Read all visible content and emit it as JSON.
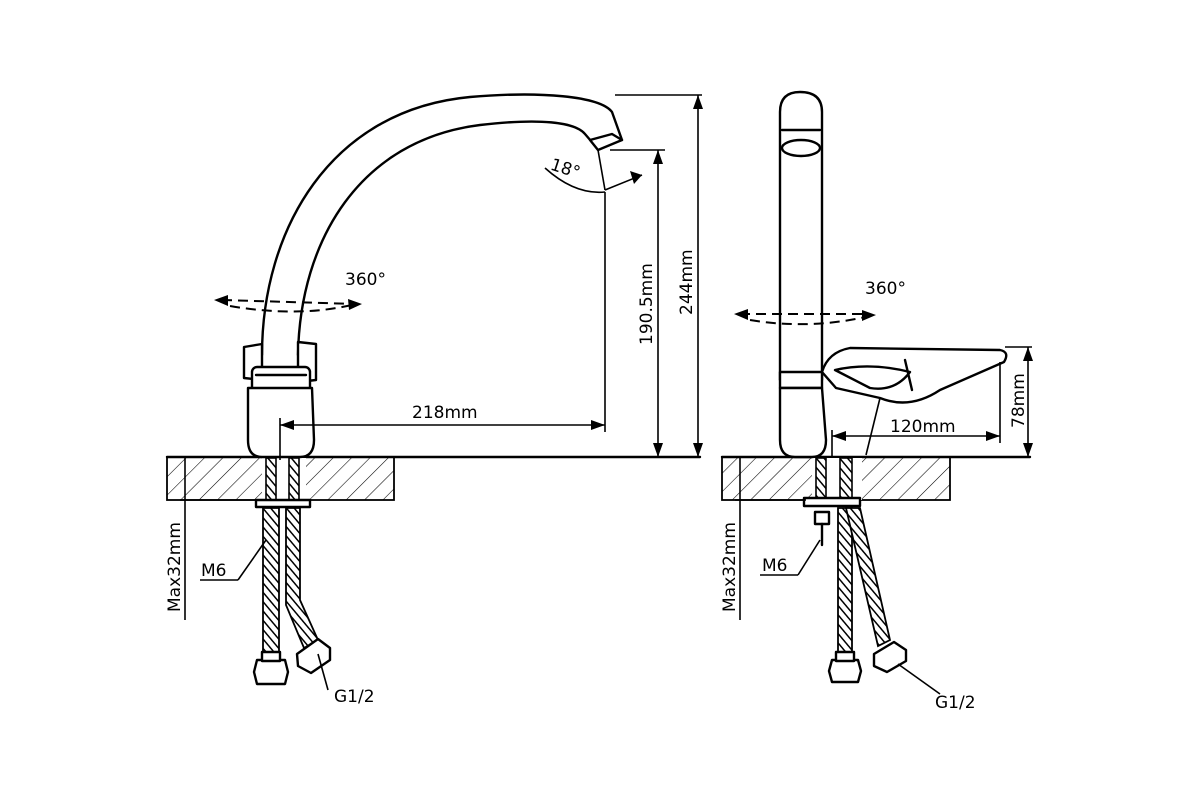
{
  "front_view": {
    "angle_tilt": "18°",
    "rotation": "360°",
    "reach": "218mm",
    "spout_height": "190.5mm",
    "total_height": "244mm",
    "max_counter": "Max32mm",
    "mount_thread": "M6",
    "hose_thread": "G1/2"
  },
  "side_view": {
    "rotation": "360°",
    "handle_length": "120mm",
    "handle_height": "78mm",
    "max_counter": "Max32mm",
    "mount_thread": "M6",
    "hose_thread": "G1/2"
  }
}
